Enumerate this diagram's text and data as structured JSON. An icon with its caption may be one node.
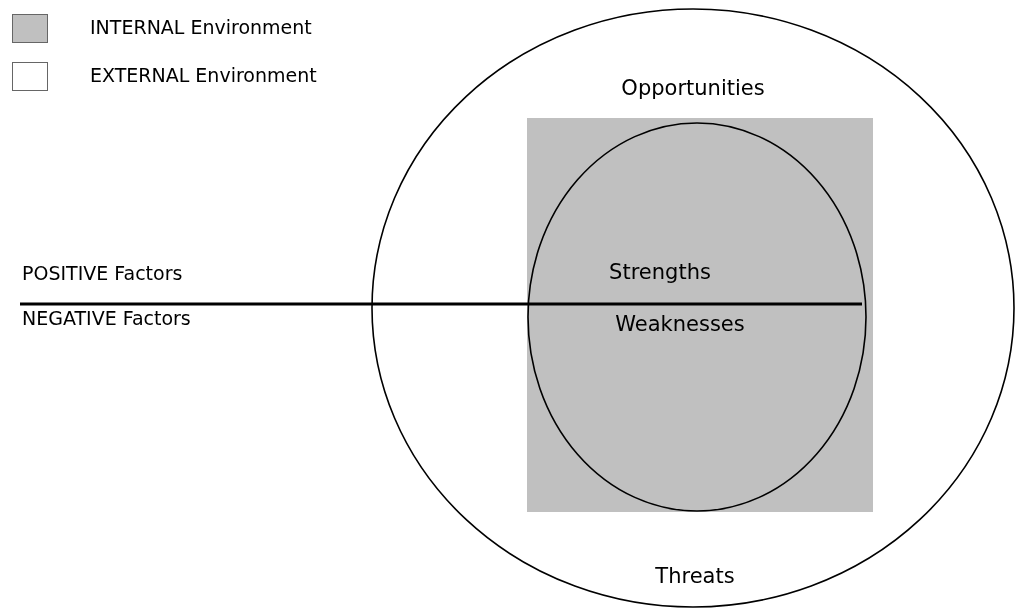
{
  "diagram": {
    "nodes": [
      {
        "text": [
          "Opportunities",
          "Threats"
        ]
      },
      {
        "text": [],
        "shape": "box",
        "in": 0
      },
      {
        "text": [
          "Strengths",
          "Weaknesses"
        ],
        "in": 1
      }
    ],
    "labels": [
      "POSITIVE Factors",
      "NEGATIVE Factors"
    ],
    "legend": [
      {
        "text": "INTERNAL Environment",
        "color": "#c0c0c0"
      },
      {
        "text": "EXTERNAL Environment",
        "color": "#ffffff"
      }
    ]
  }
}
